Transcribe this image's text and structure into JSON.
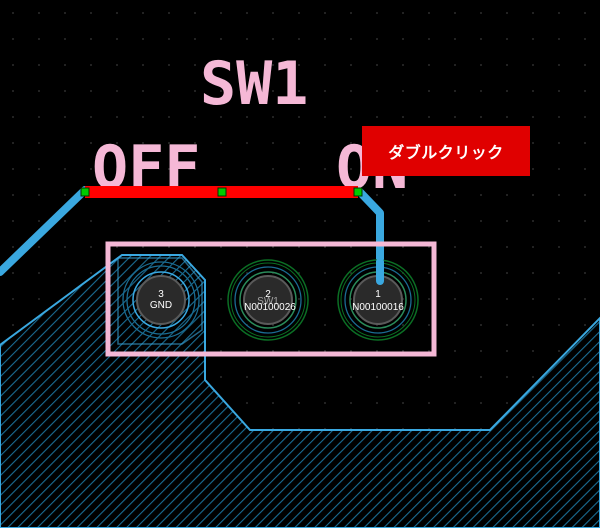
{
  "component": {
    "refdes": "SW1",
    "label_off": "OFF",
    "label_on": "ON"
  },
  "pads": [
    {
      "number": "3",
      "net": "GND",
      "name": ""
    },
    {
      "number": "2",
      "net": "N00100026",
      "name": "SW1"
    },
    {
      "number": "1",
      "net": "N00100016",
      "name": ""
    }
  ],
  "tooltip": {
    "text": "ダブルクリック"
  },
  "colors": {
    "background": "#000000",
    "silkscreen": "#f5b8d6",
    "trace": "#3aa8e0",
    "copper_pour": "#1a6c92",
    "selected_segment": "#ff0000",
    "vertex_marker": "#00cc00",
    "tooltip_bg": "#e00000"
  }
}
